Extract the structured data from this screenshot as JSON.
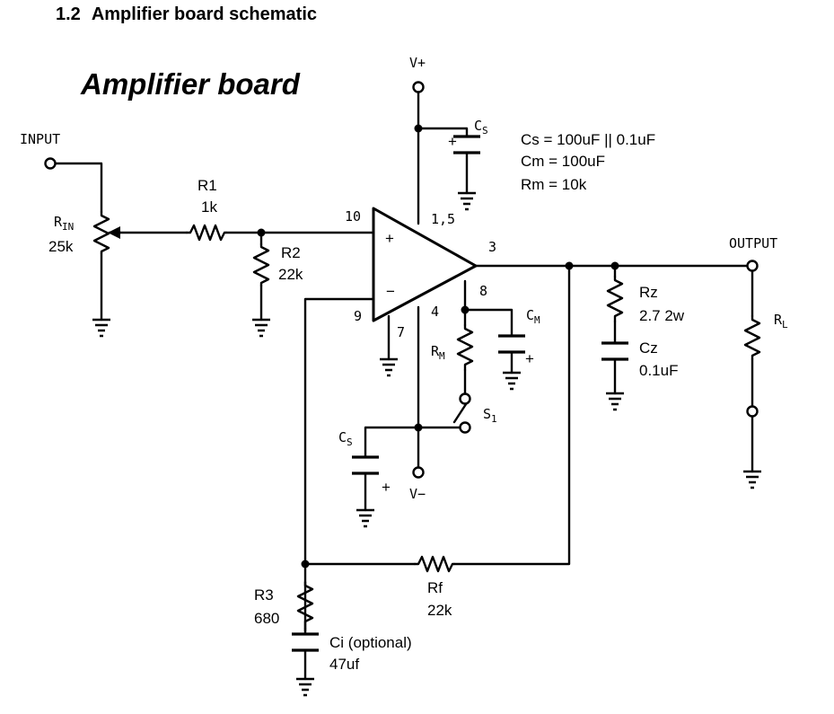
{
  "heading": {
    "number": "1.2",
    "title": "Amplifier board schematic"
  },
  "schematic": {
    "title": "Amplifier board",
    "terminals": {
      "input": "INPUT",
      "output": "OUTPUT",
      "vplus": "V+",
      "vminus": "V−"
    },
    "pins": {
      "p10": "10",
      "p1_5": "1,5",
      "p3": "3",
      "p8": "8",
      "p9": "9",
      "p7": "7",
      "p4": "4"
    },
    "opamp_signs": {
      "plus": "+",
      "minus": "−"
    },
    "components": {
      "rin": {
        "label": "R",
        "sub": "IN",
        "value": "25k"
      },
      "r1": {
        "label": "R1",
        "value": "1k"
      },
      "r2": {
        "label": "R2",
        "value": "22k"
      },
      "r3": {
        "label": "R3",
        "value": "680"
      },
      "rf": {
        "label": "Rf",
        "value": "22k"
      },
      "rm": {
        "label": "R",
        "sub": "M"
      },
      "rz": {
        "label": "Rz",
        "value": "2.7 2w"
      },
      "cz": {
        "label": "Cz",
        "value": "0.1uF"
      },
      "rl": {
        "label": "R",
        "sub": "L"
      },
      "cs_top": {
        "label": "C",
        "sub": "S"
      },
      "cs_bottom": {
        "label": "C",
        "sub": "S"
      },
      "cm": {
        "label": "C",
        "sub": "M"
      },
      "s1": {
        "label": "S",
        "sub": "1"
      },
      "ci": {
        "label": "Ci (optional)",
        "value": "47uf"
      }
    },
    "notes": [
      "Cs = 100uF || 0.1uF",
      "Cm = 100uF",
      "Rm = 10k"
    ],
    "cap_polarity": "+"
  }
}
